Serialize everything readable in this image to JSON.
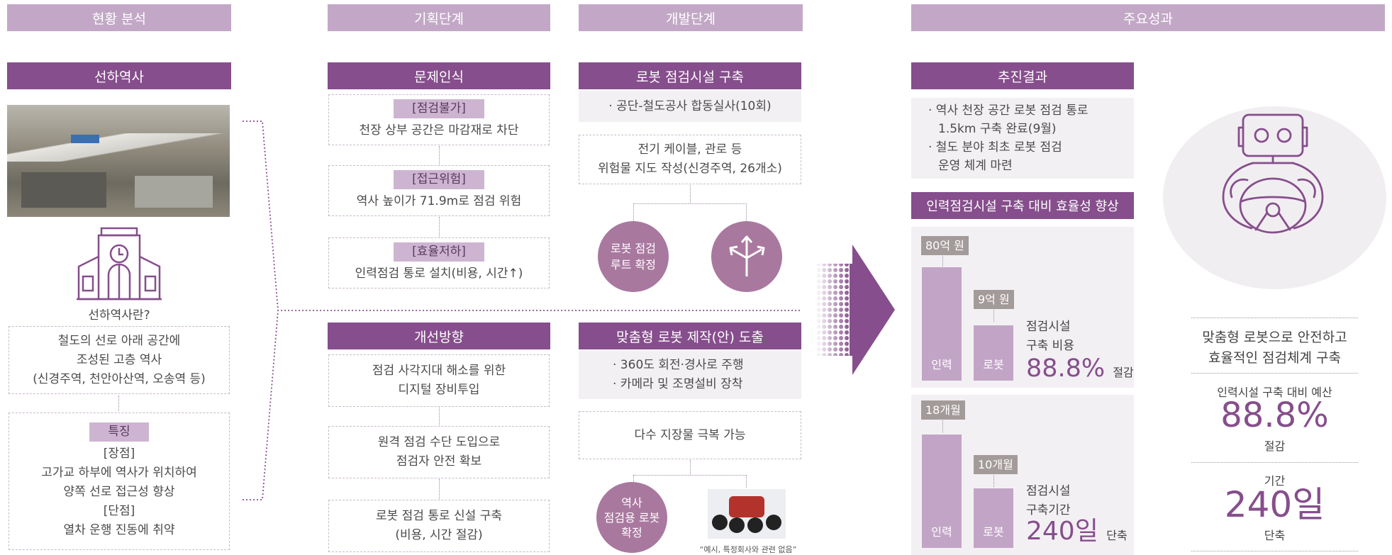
{
  "phases": {
    "current": "현황 분석",
    "planning": "기획단계",
    "dev": "개발단계",
    "results": "주요성과"
  },
  "station": {
    "header": "선하역사",
    "icon_caption": "선하역사란?",
    "definition": [
      "철도의 선로 아래 공간에",
      "조성된 고층 역사",
      "(신경주역, 천안아산역, 오송역 등)"
    ],
    "feature_tag": "특징",
    "features": [
      "[장점]",
      "고가교 하부에 역사가 위치하여",
      "양쪽 선로 접근성 향상",
      "[단점]",
      "열차 운행 진동에 취약"
    ]
  },
  "problem": {
    "header": "문제인식",
    "items": [
      {
        "tag": "[점검불가]",
        "text": "천장 상부 공간은 마감재로 차단"
      },
      {
        "tag": "[접근위험]",
        "text": "역사 높이가 71.9m로 점검 위험"
      },
      {
        "tag": "[효율저하]",
        "text": "인력점검 통로 설치(비용, 시간↑)"
      }
    ]
  },
  "improve": {
    "header": "개선방향",
    "items": [
      [
        "점검 사각지대 해소를 위한",
        "디지털 장비투입"
      ],
      [
        "원격 점검 수단 도입으로",
        "점검자 안전 확보"
      ],
      [
        "로봇 점검 통로 신설 구축",
        "(비용, 시간 절감)"
      ]
    ]
  },
  "facility": {
    "header": "로봇 점검시설 구축",
    "survey": "· 공단-철도공사 합동실사(10회)",
    "map": [
      "전기 케이블, 관로 등",
      "위험물 지도 작성(신경주역, 26개소)"
    ],
    "route_circle": [
      "로봇 점검",
      "루트 확정"
    ]
  },
  "robot": {
    "header": "맞춤형 로봇 제작(안) 도출",
    "specs": [
      "· 360도 회전·경사로 주행",
      "· 카메라 및 조명설비 장착"
    ],
    "obstacle": "다수 지장물 극복 가능",
    "confirm_circle": [
      "역사",
      "점검용 로봇",
      "확정"
    ],
    "photo_caption": "“예시, 특정회사와 관련 없음”"
  },
  "outcome": {
    "header": "추진결과",
    "items": [
      "· 역사 천장 공간 로봇 점검 통로",
      "1.5km 구축 완료(9월)",
      "· 철도 분야 최초 로봇 점검",
      "운영 체계 마련"
    ]
  },
  "efficiency": {
    "header": "인력점검시설 구축 대비 효율성 향상",
    "cost": {
      "human_label": "80억 원",
      "robot_label": "9억 원",
      "bar_human": "인력",
      "bar_robot": "로봇",
      "desc1": "점검시설",
      "desc2": "구축 비용",
      "pct": "88.8%",
      "unit": "절감"
    },
    "period": {
      "human_label": "18개월",
      "robot_label": "10개월",
      "bar_human": "인력",
      "bar_robot": "로봇",
      "desc1": "점검시설",
      "desc2": "구축기간",
      "days": "240일",
      "unit": "단축"
    }
  },
  "chart_data": [
    {
      "type": "bar",
      "title": "점검시설 구축 비용",
      "categories": [
        "인력",
        "로봇"
      ],
      "values": [
        80,
        9
      ],
      "unit": "억 원"
    },
    {
      "type": "bar",
      "title": "점검시설 구축기간",
      "categories": [
        "인력",
        "로봇"
      ],
      "values": [
        18,
        10
      ],
      "unit": "개월"
    }
  ],
  "summary": {
    "headline": [
      "맞춤형 로봇으로 안전하고",
      "효율적인 점검체계 구축"
    ],
    "budget_label": "인력시설 구축 대비 예산",
    "budget_value": "88.8%",
    "budget_unit": "절감",
    "period_label": "기간",
    "period_value": "240일",
    "period_unit": "단축"
  },
  "colors": {
    "accent": "#864e8c",
    "phase": "#c2a8c6",
    "bar": "#c2a5c6",
    "circle": "#a9789f"
  }
}
